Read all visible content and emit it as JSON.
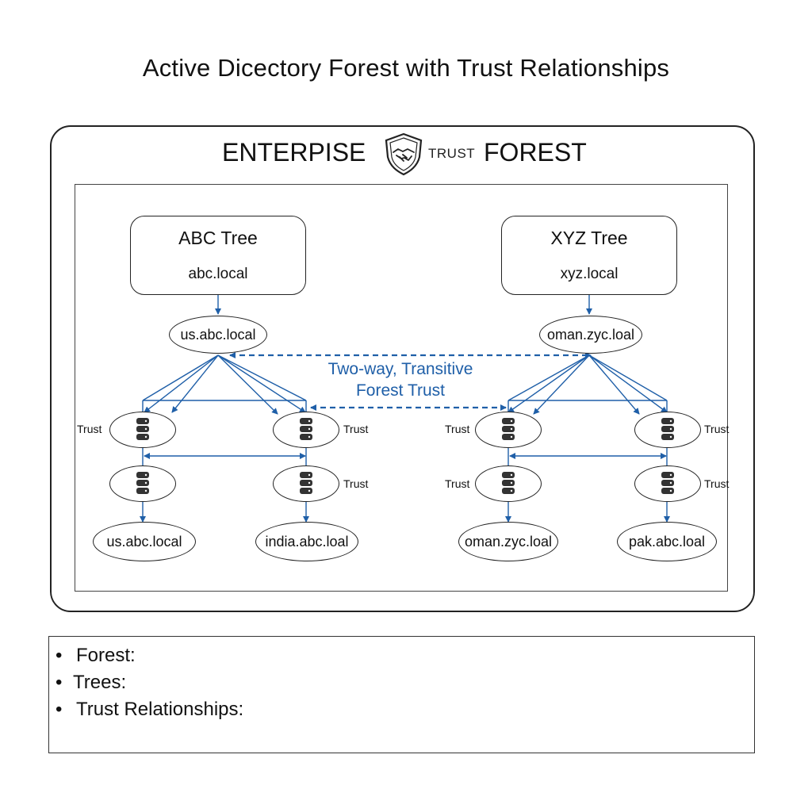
{
  "title": "Active Dicectory Forest with Trust Relationships",
  "forest": {
    "title_left": "ENTERPISE",
    "badge_text": "TRUST",
    "title_right": "FOREST",
    "badge_icon": "shield-handshake-icon"
  },
  "trees": [
    {
      "name": "ABC Tree",
      "domain": "abc.local",
      "child_domain": "us.abc.local",
      "trust_labels": [
        "Trust",
        "Trust",
        "Trust"
      ],
      "leaf_domains": [
        "us.abc.local",
        "india.abc.loal"
      ]
    },
    {
      "name": "XYZ Tree",
      "domain": "xyz.local",
      "child_domain": "oman.zyc.loal",
      "trust_labels": [
        "Trust",
        "Trust",
        "Trust",
        "Trust"
      ],
      "leaf_domains": [
        "oman.zyc.loal",
        "pak.abc.loal"
      ]
    }
  ],
  "center_label": {
    "line1": "Two-way, Transitive",
    "line2": "Forest Trust"
  },
  "legend": {
    "items": [
      "Forest:",
      "Trees:",
      "Trust Relationships:"
    ]
  },
  "colors": {
    "connector": "#1f5fa8",
    "text": "#111111",
    "server_icon": "#333333"
  }
}
